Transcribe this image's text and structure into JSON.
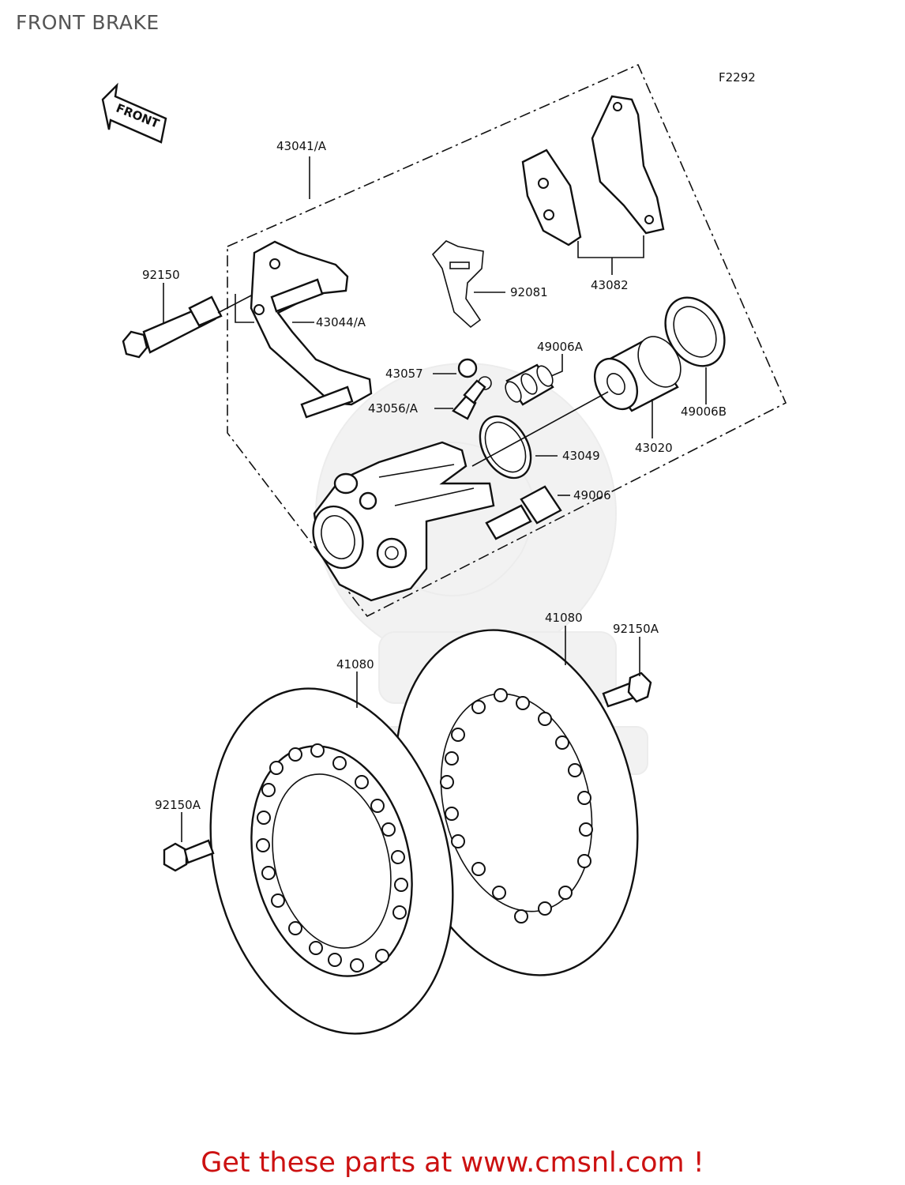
{
  "page_title": "FRONT BRAKE",
  "figure_code": "F2292",
  "front_arrow_label": "FRONT",
  "parts": {
    "caliper_assembly": "43041/A",
    "caliper_bolt": "92150",
    "bracket": "43044/A",
    "pad_spring": "92081",
    "brake_pads": "43082",
    "bleeder_cap": "43057",
    "bleeder_valve": "43056/A",
    "boot_upper": "49006A",
    "piston": "43020",
    "dust_seal": "49006B",
    "piston_seal": "43049",
    "boot_lower": "49006",
    "disc_rear": "41080",
    "disc_front": "41080",
    "disc_bolt_right": "92150A",
    "disc_bolt_left": "92150A"
  },
  "footer_text": "Get these parts at www.cmsnl.com !"
}
